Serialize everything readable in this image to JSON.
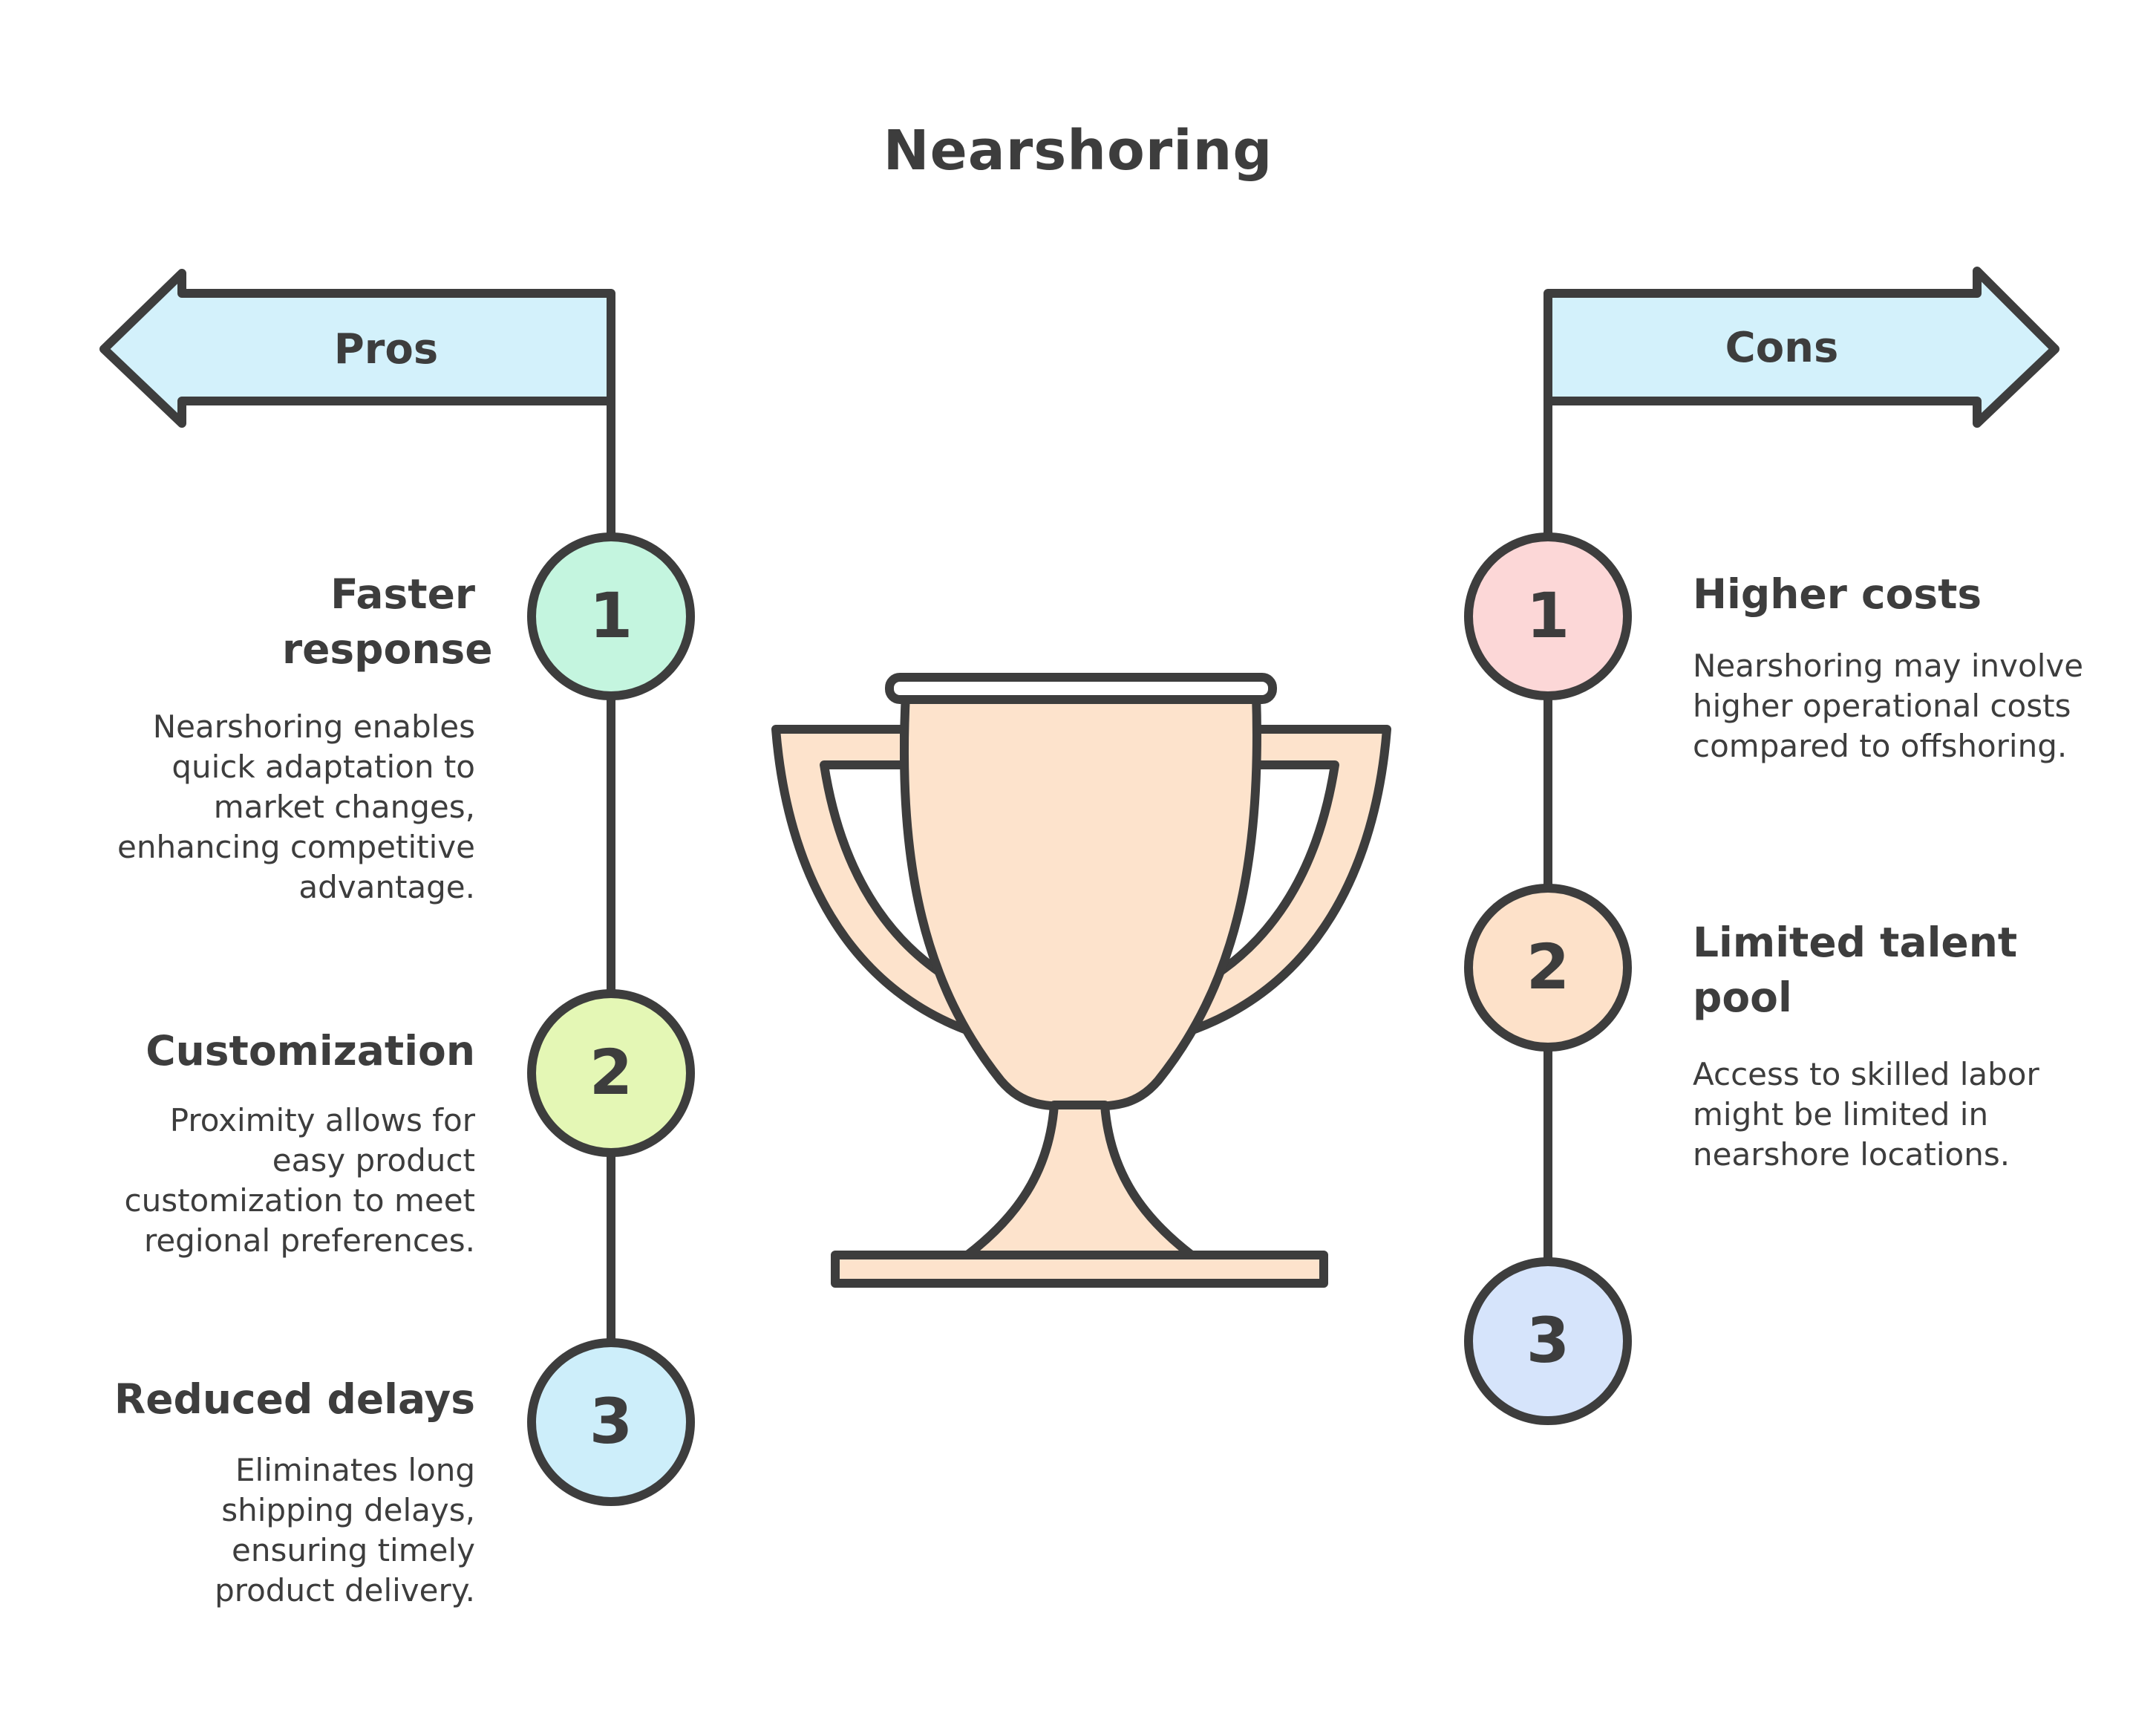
{
  "title": "Nearshoring",
  "pros": {
    "label": "Pros",
    "items": [
      {
        "number": "1",
        "title": "Faster response",
        "description": "Nearshoring enables quick adaptation to market changes, enhancing competitive advantage.",
        "fill": "#c4f5df"
      },
      {
        "number": "2",
        "title": "Customization",
        "description": "Proximity allows for easy product customization to meet regional preferences.",
        "fill": "#e4f7b5"
      },
      {
        "number": "3",
        "title": "Reduced delays",
        "description": "Eliminates long shipping delays, ensuring timely product delivery.",
        "fill": "#cdeefa"
      }
    ]
  },
  "cons": {
    "label": "Cons",
    "items": [
      {
        "number": "1",
        "title": "Higher costs",
        "description": "Nearshoring may involve higher operational costs compared to offshoring.",
        "fill": "#fcd7d7"
      },
      {
        "number": "2",
        "title": "Limited talent pool",
        "description": "Access to skilled labor might be limited in nearshore locations.",
        "fill": "#fde1c9"
      },
      {
        "number": "3",
        "title": "",
        "description": "",
        "fill": "#d6e4fb"
      }
    ]
  },
  "colors": {
    "stroke": "#3d3d3d",
    "arrow_fill": "#d3f1fb",
    "trophy_fill": "#fde3cc"
  },
  "icons": {
    "center": "trophy-icon"
  }
}
